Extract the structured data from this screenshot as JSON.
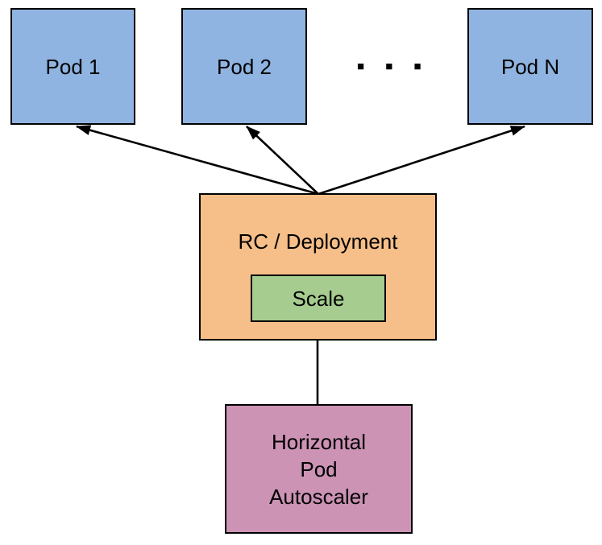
{
  "diagram": {
    "background_color": "#ffffff",
    "line_color": "#000000",
    "text_color": "#000000",
    "nodes": {
      "pod1": {
        "label": "Pod 1",
        "fill": "#8FB4E1"
      },
      "pod2": {
        "label": "Pod 2",
        "fill": "#8FB4E1"
      },
      "podN": {
        "label": "Pod N",
        "fill": "#8FB4E1"
      },
      "rc": {
        "label": "RC / Deployment",
        "fill": "#F6BE88"
      },
      "scale": {
        "label": "Scale",
        "fill": "#A6CD8F"
      },
      "hpa": {
        "lines": [
          "Horizontal",
          "Pod",
          "Autoscaler"
        ],
        "fill": "#CC93B5"
      }
    },
    "ellipsis": "■ ■ ■",
    "edges": [
      {
        "from": "rc-deployment",
        "to": "pod-1"
      },
      {
        "from": "rc-deployment",
        "to": "pod-2"
      },
      {
        "from": "rc-deployment",
        "to": "pod-n"
      },
      {
        "from": "horizontal-pod-autoscaler",
        "to": "scale"
      }
    ]
  }
}
